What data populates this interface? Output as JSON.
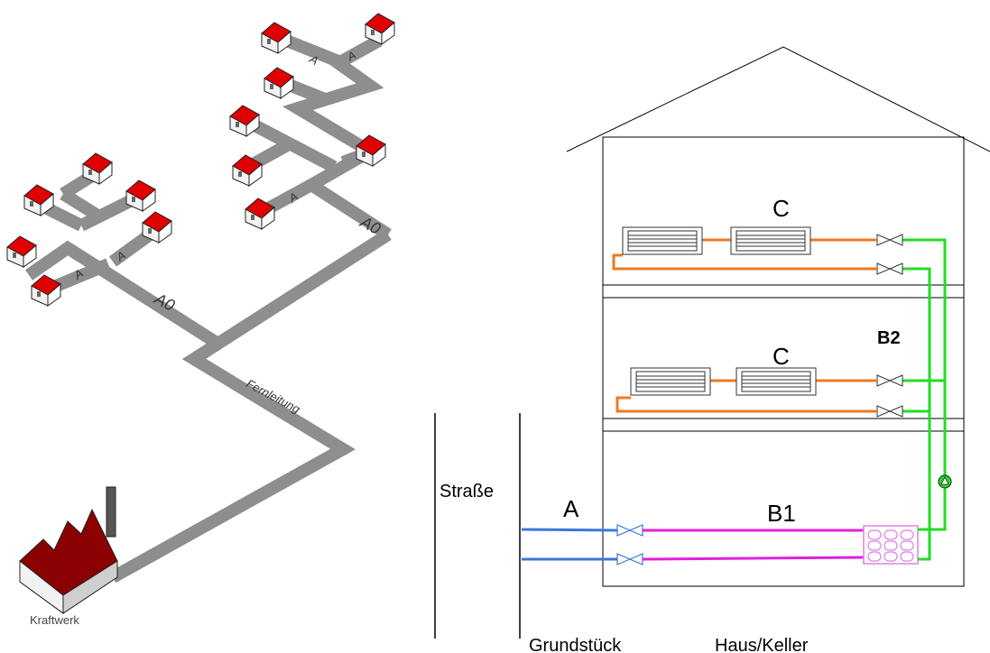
{
  "left_diagram": {
    "power_plant_label": "Kraftwerk",
    "trunk_line_label": "Fernleitung",
    "main_branch_label": "A0",
    "branch_label": "A"
  },
  "right_diagram": {
    "street_label": "Straße",
    "property_label": "Grundstück",
    "house_label": "Haus/Keller",
    "service_line_label": "A",
    "basement_line_label": "B1",
    "riser_label": "B2",
    "radiator_label": "C"
  },
  "colors": {
    "street_pipe": "#3c78d8",
    "basement_pipe": "#e020e0",
    "riser_pipe": "#22dd22",
    "radiator_pipe": "#f07820",
    "network_pipe": "#8e8e8e",
    "roof_red": "#e00000",
    "factory_roof": "#8b0000"
  }
}
